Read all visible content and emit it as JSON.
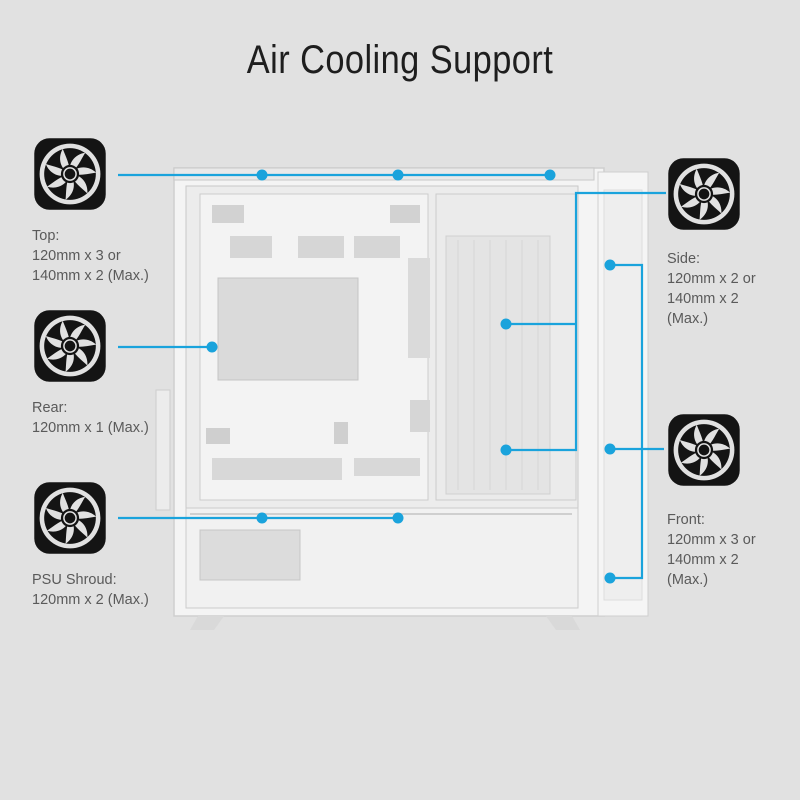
{
  "title": "Air Cooling Support",
  "accent_color": "#1aa3dc",
  "icons": [
    "fan-icon"
  ],
  "locations": [
    {
      "id": "top",
      "lines": [
        "Top:",
        "120mm x 3 or",
        "140mm x 2 (Max.)"
      ]
    },
    {
      "id": "rear",
      "lines": [
        "Rear:",
        "120mm x 1 (Max.)"
      ]
    },
    {
      "id": "psu-shroud",
      "lines": [
        "PSU Shroud:",
        "120mm x 2 (Max.)"
      ]
    },
    {
      "id": "side",
      "lines": [
        "Side:",
        "120mm x 2 or",
        "140mm x 2",
        "(Max.)"
      ]
    },
    {
      "id": "front",
      "lines": [
        "Front:",
        "120mm x 3 or",
        "140mm x 2",
        "(Max.)"
      ]
    }
  ]
}
